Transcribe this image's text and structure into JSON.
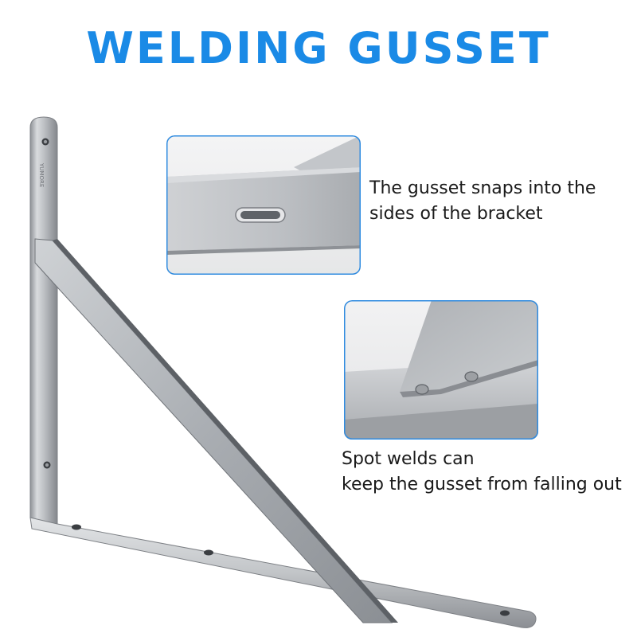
{
  "title": "WELDING GUSSET",
  "colors": {
    "title": "#1a8ae6",
    "inset_border": "#2f8be0"
  },
  "bracket": {
    "engraving": "YUMORE"
  },
  "insets": [
    {
      "name": "snap-detail",
      "caption_lines": [
        "The gusset snaps into the",
        "sides of the bracket"
      ]
    },
    {
      "name": "weld-detail",
      "caption_lines": [
        "Spot welds can",
        "keep the gusset from falling out"
      ]
    }
  ]
}
